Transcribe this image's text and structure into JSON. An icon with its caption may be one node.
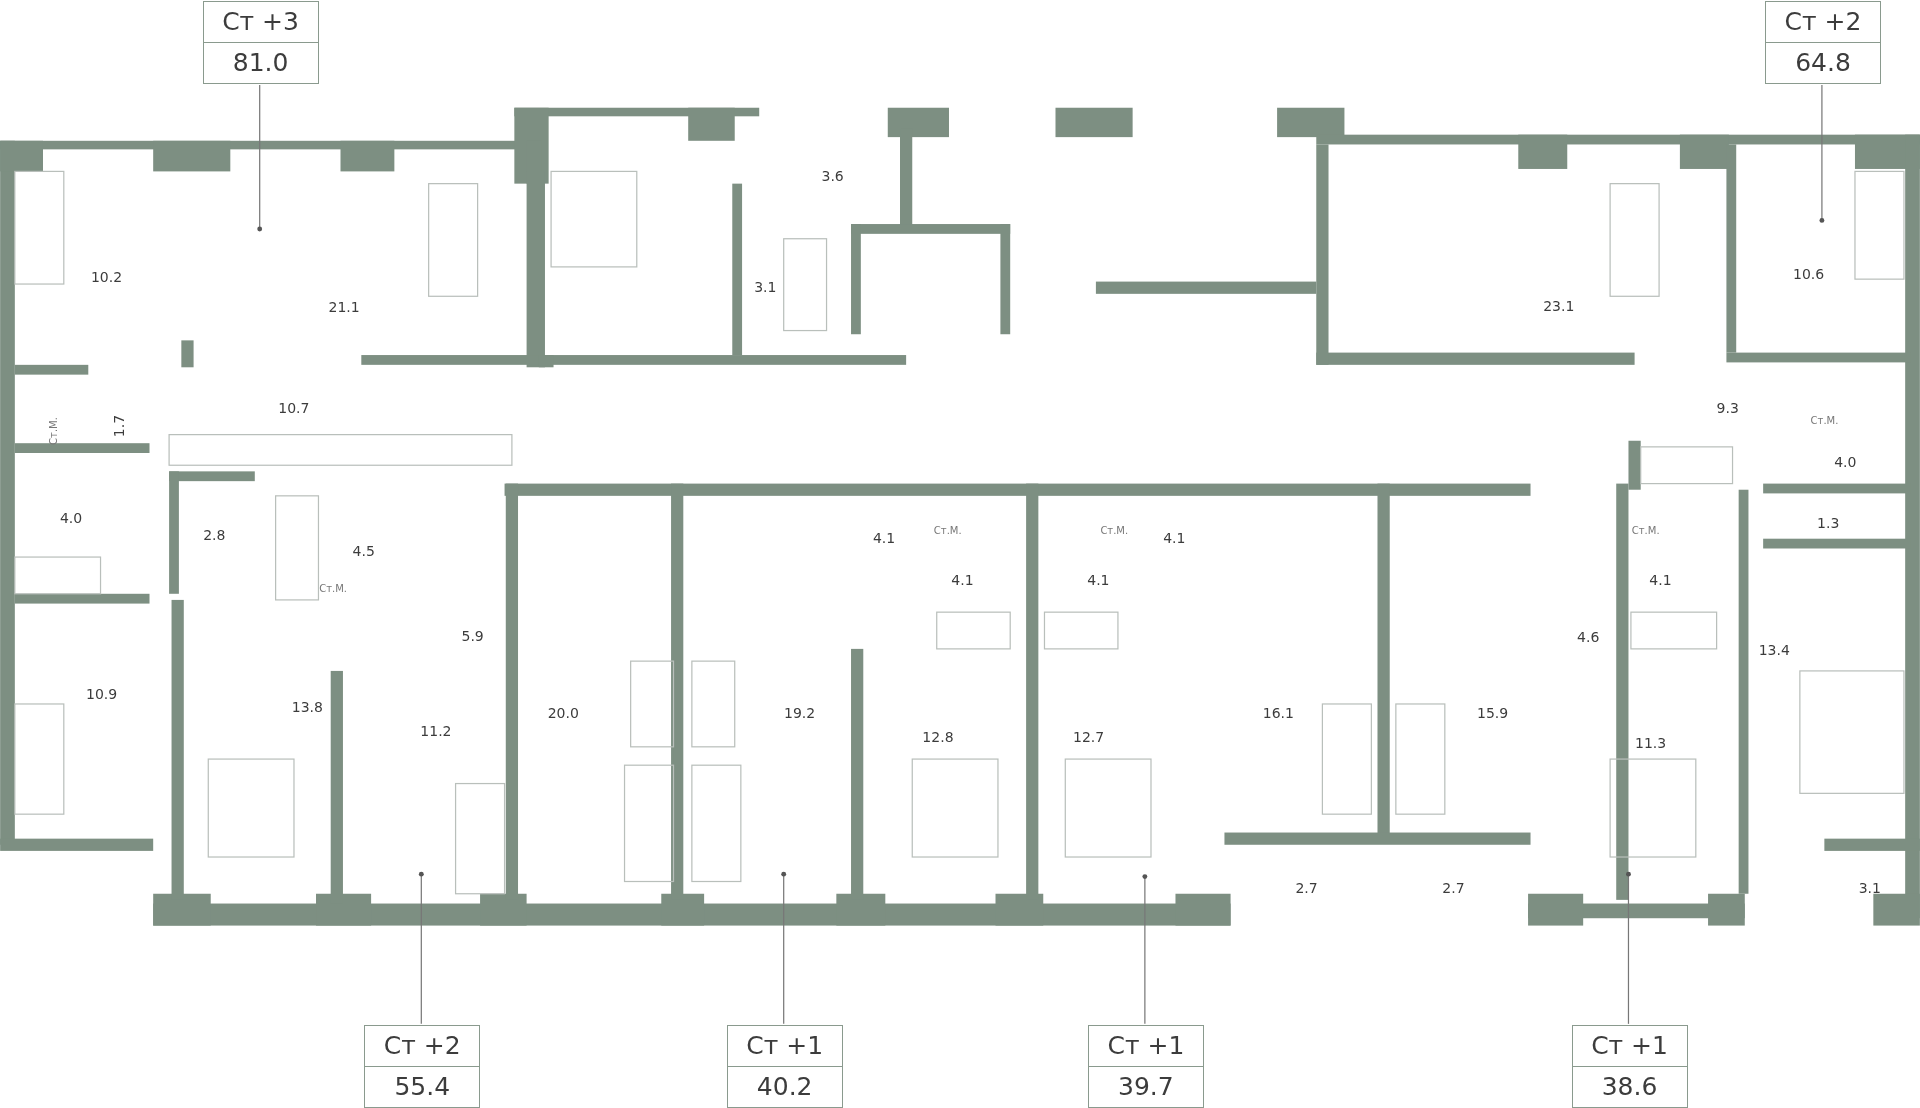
{
  "diagram": {
    "nodes": [
      {
        "text": [
          "Ст +3",
          "81.0"
        ]
      },
      {
        "text": [
          "Ст +2",
          "64.8"
        ]
      },
      {
        "text": [
          "Ст +2",
          "55.4"
        ]
      },
      {
        "text": [
          "Ст +1",
          "40.2"
        ]
      },
      {
        "text": [
          "Ст +1",
          "39.7"
        ]
      },
      {
        "text": [
          "Ст +1",
          "38.6"
        ]
      }
    ],
    "edges": [
      {
        "from": 0,
        "to": null,
        "arrow": "other"
      },
      {
        "from": 1,
        "to": null,
        "arrow": "other"
      },
      {
        "from": 2,
        "to": null,
        "arrow": "other"
      },
      {
        "from": 3,
        "to": null,
        "arrow": "other"
      },
      {
        "from": 4,
        "to": null,
        "arrow": "other"
      },
      {
        "from": 5,
        "to": null,
        "arrow": "other"
      }
    ],
    "labels": [
      "3.6",
      "10.2",
      "21.1",
      "3.1",
      "23.1",
      "10.6",
      "Ст.М.",
      "1.7",
      "10.7",
      "9.3",
      "Ст.М.",
      "4.0",
      "4.0",
      "2.8",
      "4.5",
      "4.1",
      "Ст.М.",
      "Ст.М.",
      "4.1",
      "Ст.М.",
      "1.3",
      "Ст.М.",
      "4.1",
      "4.1",
      "4.1",
      "5.9",
      "4.6",
      "13.4",
      "10.9",
      "13.8",
      "11.2",
      "20.0",
      "19.2",
      "12.8",
      "12.7",
      "16.1",
      "15.9",
      "11.3",
      "2.7",
      "2.7",
      "3.1"
    ]
  }
}
